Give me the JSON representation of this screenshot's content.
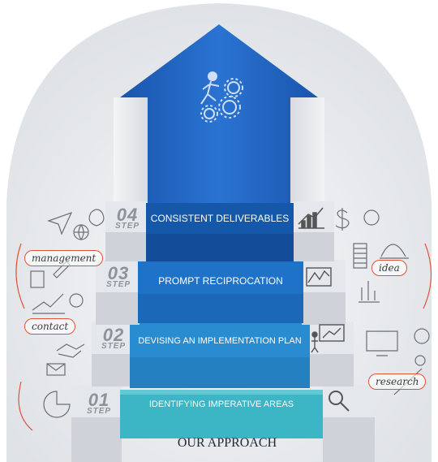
{
  "steps": [
    {
      "number": "01",
      "word": "STEP",
      "label": "IDENTIFYING IMPERATIVE AREAS",
      "color": "#3cb6c4",
      "icon": "magnifier-icon"
    },
    {
      "number": "02",
      "word": "STEP",
      "label": "DEVISING AN IMPLEMENTATION PLAN",
      "color": "#2a8cd0",
      "icon": "presentation-icon"
    },
    {
      "number": "03",
      "word": "STEP",
      "label": "PROMPT RECIPROCATION",
      "color": "#1e73c8",
      "icon": "line-chart-icon"
    },
    {
      "number": "04",
      "word": "STEP",
      "label": "CONSISTENT DELIVERABLES",
      "color": "#1557a8",
      "icon": "bar-chart-icon"
    }
  ],
  "doodles": {
    "management": "management",
    "contact": "contact",
    "idea": "idea",
    "research": "research"
  },
  "title": "OUR APPROACH",
  "colors": {
    "arrow": "#1d63c4",
    "arrow_light": "#3f86dc",
    "background": "#eceef1",
    "step_face": "#e3e6ea",
    "accent_tag": "#e2523a"
  }
}
